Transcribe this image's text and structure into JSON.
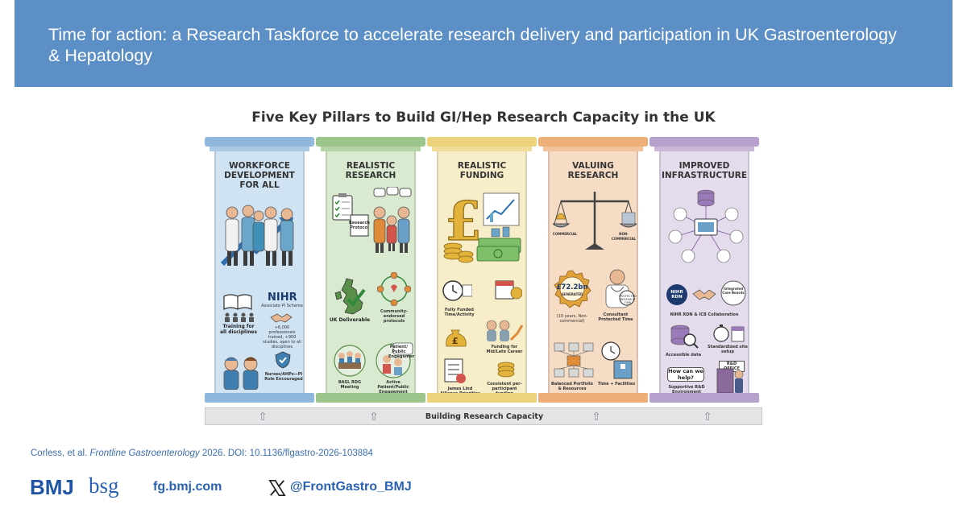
{
  "header": {
    "title": "Time for action: a Research Taskforce to accelerate research delivery and participation in UK Gastroenterology & Hepatology"
  },
  "infographic": {
    "title": "Five Key Pillars to Build GI/Hep Research Capacity in the UK",
    "foundation_label": "Building Research Capacity",
    "pillars": [
      {
        "title": "WORKFORCE DEVELOPMENT FOR ALL",
        "color": "#cfe3f2",
        "cap_color": "#8fb8dc",
        "items": {
          "nihr": "NIHR",
          "nihr_sub": "Associate PI Scheme",
          "training": "Training for all disciplines",
          "stat": "+6,000 professionals trained, +900 studies, open to all disciplines",
          "nurses": "Nurses/AHPs—PI Role Encouraged"
        }
      },
      {
        "title": "REALISTIC RESEARCH",
        "color": "#d9ead0",
        "cap_color": "#9cc58c",
        "items": {
          "protocol": "Research Protocol",
          "uk": "UK Deliverable",
          "community": "Community-endorsed protocols",
          "engagement": "Patient/ Public Engagement",
          "basl": "BASL RDG Meeting",
          "active": "Active Patient/Public Engagement"
        }
      },
      {
        "title": "REALISTIC FUNDING",
        "color": "#f7eec9",
        "cap_color": "#ecd27a",
        "items": {
          "funded": "Fully Funded Time/Activity",
          "midlate": "Funding for Mid/Late Career",
          "jla": "James Lind Alliance Priorities",
          "consistent": "Consistent per-participant funding"
        }
      },
      {
        "title": "VALUING RESEARCH",
        "color": "#f6dcc4",
        "cap_color": "#eeae78",
        "items": {
          "commercial": "COMMERCIAL",
          "noncommercial": "NON-COMMERCIAL",
          "amount": "£72.2bn",
          "generated": "GENERATED",
          "years": "(10 years, Non-commercial)",
          "consultant": "Consultant Protected Time",
          "protected": "PROTECTED RESEARCH TIME",
          "balanced": "Balanced Portfolio & Resources",
          "time": "Time + Facilities"
        }
      },
      {
        "title": "IMPROVED INFRASTRUCTURE",
        "color": "#e4dced",
        "cap_color": "#b6a0cc",
        "items": {
          "nihr_rdn": "NIHR RDN",
          "icb": "Integrated Care Boards",
          "collab": "NIHR RDN & ICB Collaboration",
          "data": "Accessible data",
          "setup": "Standardized site setup",
          "office": "R&D OFFICE",
          "help": "How can we help?",
          "supportive": "Supportive R&D Environment"
        }
      }
    ]
  },
  "citation": {
    "authors": "Corless, et al.",
    "journal": "Frontline Gastroenterology",
    "year_doi": "2026.  DOI: 10.1136/flgastro-2026-103884"
  },
  "footer": {
    "bmj": "BMJ",
    "bsg": "bsg",
    "website": "fg.bmj.com",
    "handle": "@FrontGastro_BMJ"
  }
}
